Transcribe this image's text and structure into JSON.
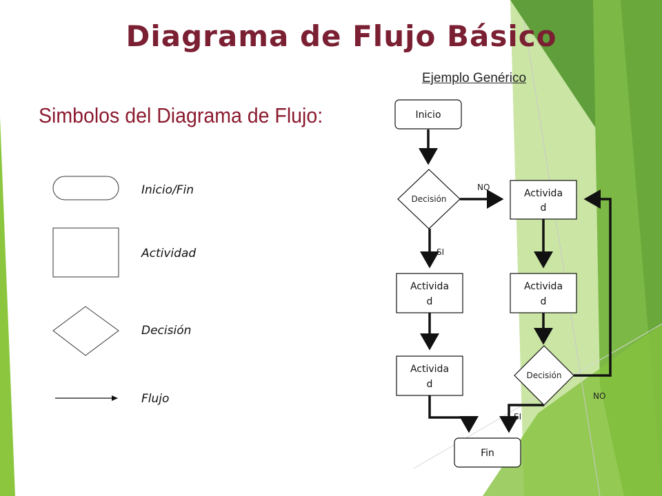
{
  "slide": {
    "title": "Diagrama de Flujo Básico",
    "subtitle": "Simbolos del Diagrama de Flujo:",
    "example_label": "Ejemplo Genérico"
  },
  "legend": [
    {
      "symbol": "terminal",
      "label": "Inicio/Fin"
    },
    {
      "symbol": "process",
      "label": "Actividad"
    },
    {
      "symbol": "decision",
      "label": "Decisión"
    },
    {
      "symbol": "arrow",
      "label": "Flujo"
    }
  ],
  "flowchart": {
    "start": "Inicio",
    "decision_1": "Decisión",
    "activity_left_1": [
      "Activida",
      "d"
    ],
    "activity_left_2": [
      "Activida",
      "d"
    ],
    "activity_right_1": [
      "Activida",
      "d"
    ],
    "activity_right_2": [
      "Activida",
      "d"
    ],
    "decision_2": "Decisión",
    "end": "Fin",
    "edge_labels": {
      "decision_1_no": "NO",
      "decision_1_si": "SI",
      "decision_2_si": "SI",
      "decision_2_no": "NO"
    }
  },
  "colors": {
    "title": "#7b1f33",
    "subtitle": "#8b1a2f",
    "accent_green": "#8cc63f",
    "dark_green": "#5f9e3a"
  }
}
